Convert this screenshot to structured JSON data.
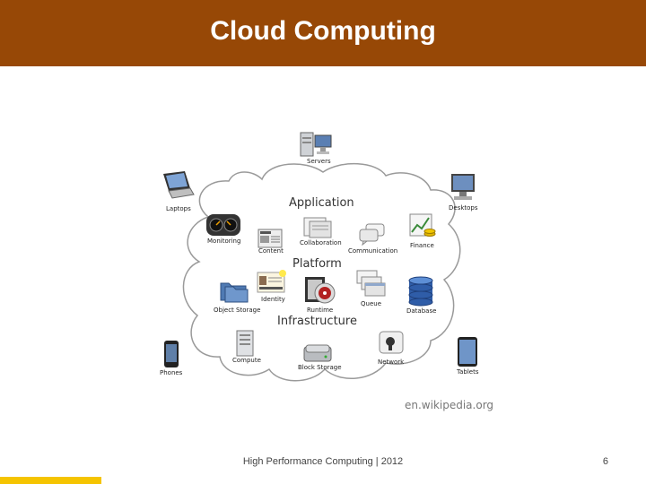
{
  "slide": {
    "title": "Cloud Computing",
    "footer": "High Performance Computing | 2012",
    "page_number": "6",
    "accent_color": "#974806",
    "footer_bar_color": "#f5c400"
  },
  "diagram": {
    "credit": "en.wikipedia.org",
    "layers": {
      "application": "Application",
      "platform": "Platform",
      "infrastructure": "Infrastructure"
    },
    "clients": {
      "servers": "Servers",
      "laptops": "Laptops",
      "desktops": "Desktops",
      "phones": "Phones",
      "tablets": "Tablets"
    },
    "services": {
      "monitoring": "Monitoring",
      "content": "Content",
      "collaboration": "Collaboration",
      "communication": "Communication",
      "finance": "Finance",
      "identity": "Identity",
      "object_storage": "Object Storage",
      "runtime": "Runtime",
      "queue": "Queue",
      "database": "Database",
      "compute": "Compute",
      "block_storage": "Block Storage",
      "network": "Network"
    }
  }
}
